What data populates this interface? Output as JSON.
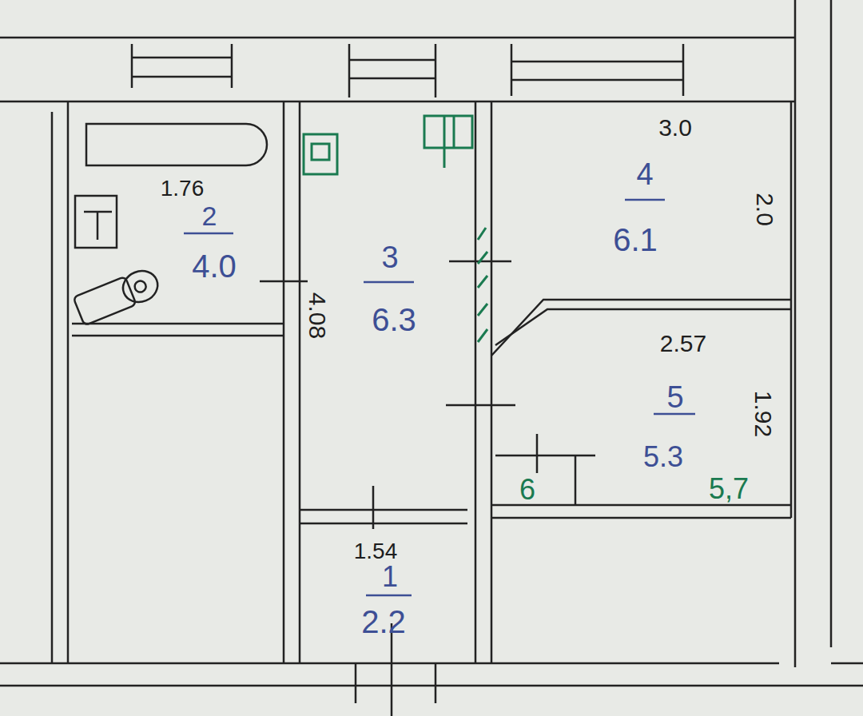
{
  "diagram": {
    "labels": [
      "3.0",
      "4",
      "6.1",
      "2.0",
      "1.76",
      "2",
      "4.0",
      "3",
      "6.3",
      "4.08",
      "2.57",
      "5",
      "5.3",
      "1.92",
      "6",
      "5,7",
      "1.54",
      "1",
      "2.2"
    ]
  }
}
